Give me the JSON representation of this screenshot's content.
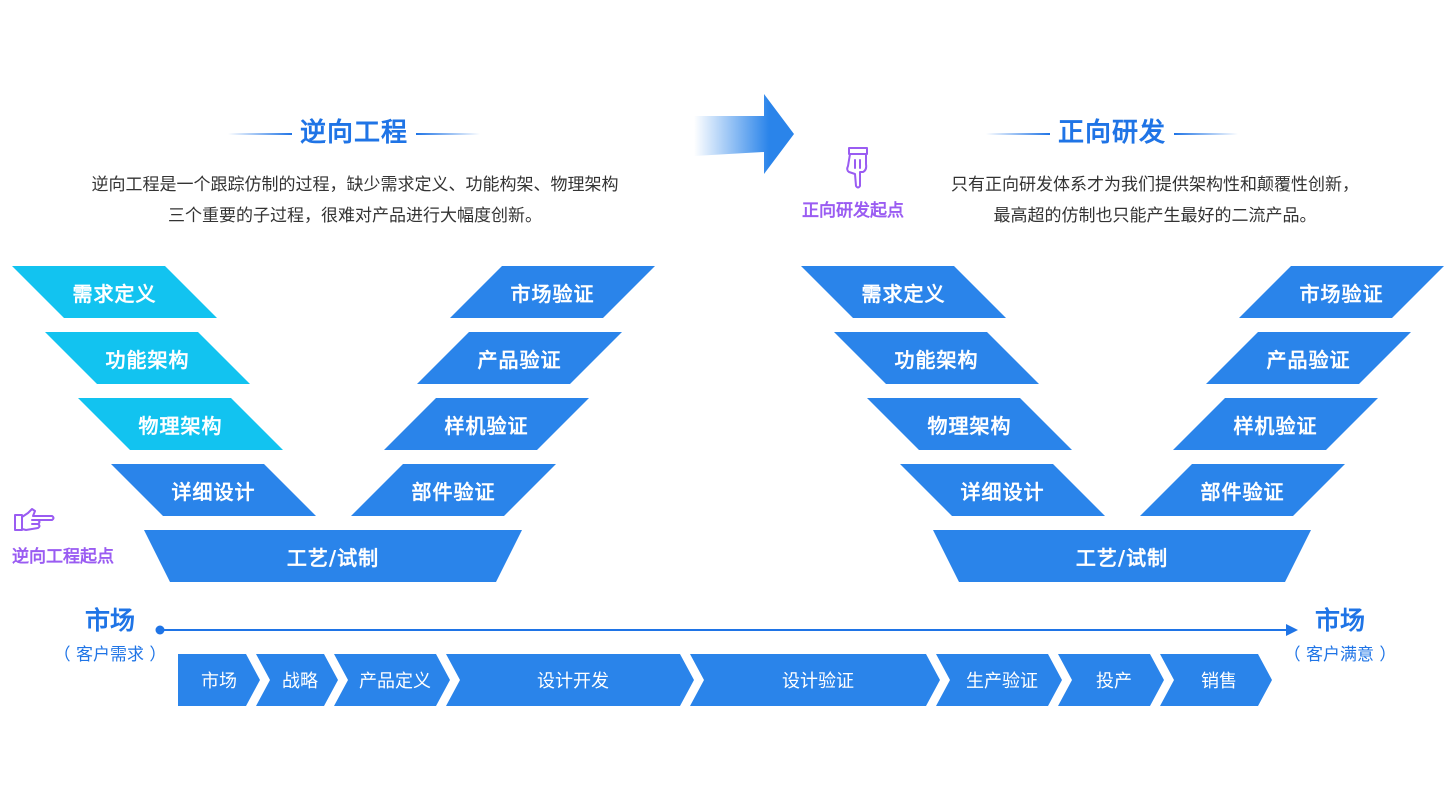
{
  "left_panel": {
    "title": "逆向工程",
    "desc_line1": "逆向工程是一个跟踪仿制的过程，缺少需求定义、功能构架、物理架构",
    "desc_line2": "三个重要的子过程，很难对产品进行大幅度创新。",
    "start_label": "逆向工程起点",
    "left_arm": [
      "需求定义",
      "功能架构",
      "物理架构",
      "详细设计"
    ],
    "right_arm": [
      "市场验证",
      "产品验证",
      "样机验证",
      "部件验证"
    ],
    "bottom": "工艺/试制"
  },
  "right_panel": {
    "title": "正向研发",
    "desc_line1": "只有正向研发体系才为我们提供架构性和颠覆性创新，",
    "desc_line2": "最高超的仿制也只能产生最好的二流产品。",
    "start_label": "正向研发起点",
    "left_arm": [
      "需求定义",
      "功能架构",
      "物理架构",
      "详细设计"
    ],
    "right_arm": [
      "市场验证",
      "产品验证",
      "样机验证",
      "部件验证"
    ],
    "bottom": "工艺/试制"
  },
  "timeline": {
    "start_title": "市场",
    "start_sub": "（ 客户需求 ）",
    "end_title": "市场",
    "end_sub": "（ 客户满意 ）",
    "stages": [
      "市场",
      "战略",
      "产品定义",
      "设计开发",
      "设计验证",
      "生产验证",
      "投产",
      "销售"
    ]
  },
  "icons": {
    "center_arrow": "right-arrow-icon",
    "left_start": "pointing-hand-right-icon",
    "right_start": "pointing-hand-down-icon"
  },
  "colors": {
    "primary": "#2a84ea",
    "highlight": "#12c3f0",
    "title": "#1f74e6",
    "start_label": "#9a5cf2"
  }
}
